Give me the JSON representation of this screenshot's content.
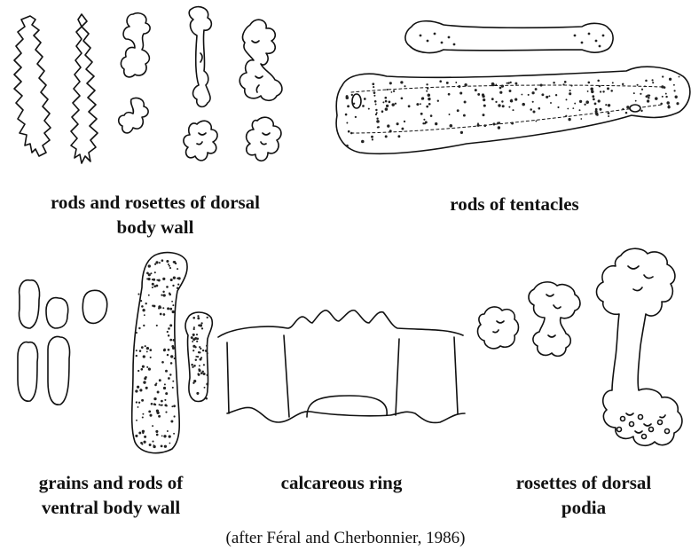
{
  "figure": {
    "panels": [
      {
        "id": "dorsal-body-wall",
        "caption_lines": [
          "rods and rosettes of dorsal",
          "body wall"
        ]
      },
      {
        "id": "tentacles",
        "caption_lines": [
          "rods of tentacles"
        ]
      },
      {
        "id": "ventral-body-wall",
        "caption_lines": [
          "grains and rods of",
          "ventral body wall"
        ]
      },
      {
        "id": "calcareous-ring",
        "caption_lines": [
          "calcareous ring"
        ]
      },
      {
        "id": "dorsal-podia",
        "caption_lines": [
          "rosettes of dorsal",
          "podia"
        ]
      }
    ],
    "credit": "(after Féral and Cherbonnier, 1986)"
  }
}
